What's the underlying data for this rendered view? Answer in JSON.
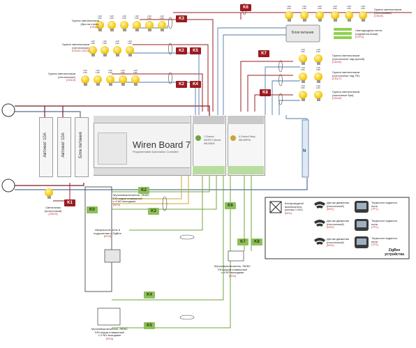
{
  "brand": {
    "title": "Wiren Board 7",
    "subtitle": "Programmable Automation Controller"
  },
  "cables": {
    "k0": "K0",
    "k1": "K1",
    "k2": "K2",
    "k3": "K3",
    "k4": "K4",
    "k5": "K5",
    "k6": "K6",
    "k7": "K7",
    "k8": "K8"
  },
  "breakers": {
    "a1": "Автомат 10A",
    "a2": "Автомат 10A",
    "psu": "Блок питания"
  },
  "bus_label": "N",
  "led_label": "LED",
  "led_power": "11Вт",
  "lamp_groups": {
    "g1": {
      "title": "Группа светильников",
      "sub": "(бра на стене)",
      "id": "[CBU1]"
    },
    "g2": {
      "title": "Группа светильников",
      "sub": "(потолочные)",
      "id": "[CBU2-CBU3]"
    },
    "g3": {
      "title": "Группа светильников",
      "sub": "(потолочные)",
      "id": "[CBU4]"
    },
    "g4": {
      "title": "Группа светильников",
      "sub": "(потолочные)",
      "id": "[CBU5]"
    },
    "g5": {
      "title": "Группа светильников",
      "sub": "(потолочные над кухней)",
      "id": "[CBU6]"
    },
    "g6": {
      "title": "Группа светильников",
      "sub": "(потолочные над ТВ)",
      "id": "[CBU7]"
    },
    "g7": {
      "title": "Группа светильников",
      "sub": "(настенные бра)",
      "id": "[CBU8]"
    }
  },
  "lamp_single": {
    "title": "Светильник",
    "sub": "(потолочный)",
    "id": "[CBU9]"
  },
  "led_driver_box": "Блок питания",
  "led_strip": {
    "title": "Светодиодная лента",
    "sub": "(подсветка ниши)",
    "id": "[LED1]"
  },
  "modules": {
    "dimmer": {
      "line1": "2-Channel",
      "line2": "MOSFET dimmer",
      "line3": "WB-MDM3"
    },
    "relay": {
      "line1": "6-Channel Relay",
      "line2": "WB-MRPS6"
    }
  },
  "switches": {
    "sw1": {
      "title": "Мультивыключатель, ЛЮКС",
      "sub": "ЕЮ-м/дом клавишный",
      "sub2": "с 4 NO выходами",
      "id": "[RH1]"
    },
    "sw2": {
      "title": "Мультивыключатель, ЛЮКС",
      "sub": "ЕЮ-м/дом клавишный",
      "sub2": "с 4 NO выходами",
      "id": "[RH2]"
    },
    "sw3": {
      "title": "Мультивыключатель, ЛЮКС",
      "sub": "ЕЮ-м/дом клавишный",
      "sub2": "с 2 NO выходами",
      "id": "[RH3]"
    },
    "relay_zigbee": {
      "title": "Импульсное реле в",
      "sub": "подрозетник с ZigBee",
      "id": "[RH4]"
    }
  },
  "zigbee": {
    "title": "ZigBee устройства",
    "sensor_switch": {
      "title": "Беспроводной выключатель (кнопка 1 NO)",
      "id": "[BH1]"
    },
    "motion1": {
      "title": "Датчик движения (потолочный)",
      "id": "[MS1]"
    },
    "motion2": {
      "title": "Датчик движения (потолочный)",
      "id": "[MS2]"
    },
    "motion3": {
      "title": "Датчик движения (потолочный)",
      "id": "[MS3]"
    },
    "thermo1": {
      "title": "Термостат водяного",
      "sub": "пола",
      "id": "[TP1]"
    },
    "thermo2": {
      "title": "Термостат водяного",
      "sub": "пола",
      "id": "[TP2]"
    },
    "thermo3": {
      "title": "Термостат водяного",
      "sub": "пола",
      "id": "[TP3]"
    }
  }
}
